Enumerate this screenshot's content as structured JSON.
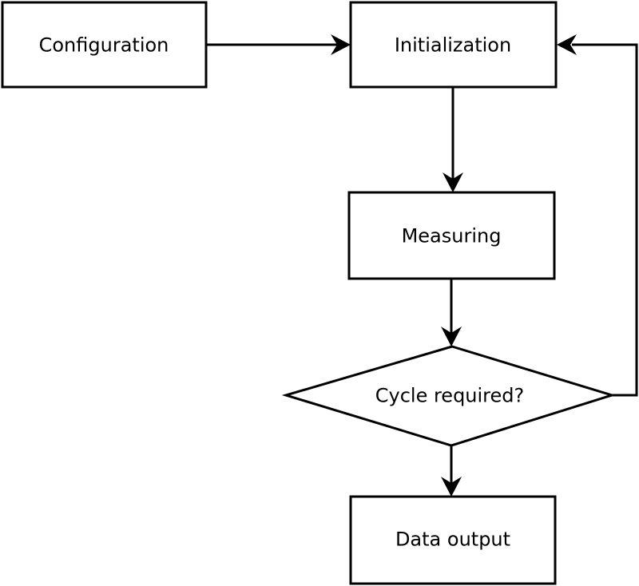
{
  "diagram": {
    "type": "flowchart",
    "background_color": "#ffffff",
    "node_fill_color": "#ffffff",
    "node_stroke_color": "#000000",
    "arrow_color": "#000000",
    "nodes": [
      {
        "id": "configuration",
        "label": "Configuration",
        "shape": "rectangle"
      },
      {
        "id": "initialization",
        "label": "Initialization",
        "shape": "rectangle"
      },
      {
        "id": "measuring",
        "label": "Measuring",
        "shape": "rectangle"
      },
      {
        "id": "cycle-required",
        "label": "Cycle required?",
        "shape": "diamond"
      },
      {
        "id": "data-output",
        "label": "Data output",
        "shape": "rectangle"
      }
    ],
    "edges": [
      {
        "from": "configuration",
        "to": "initialization"
      },
      {
        "from": "initialization",
        "to": "measuring"
      },
      {
        "from": "measuring",
        "to": "cycle-required"
      },
      {
        "from": "cycle-required",
        "to": "data-output"
      },
      {
        "from": "cycle-required",
        "to": "initialization"
      }
    ]
  }
}
